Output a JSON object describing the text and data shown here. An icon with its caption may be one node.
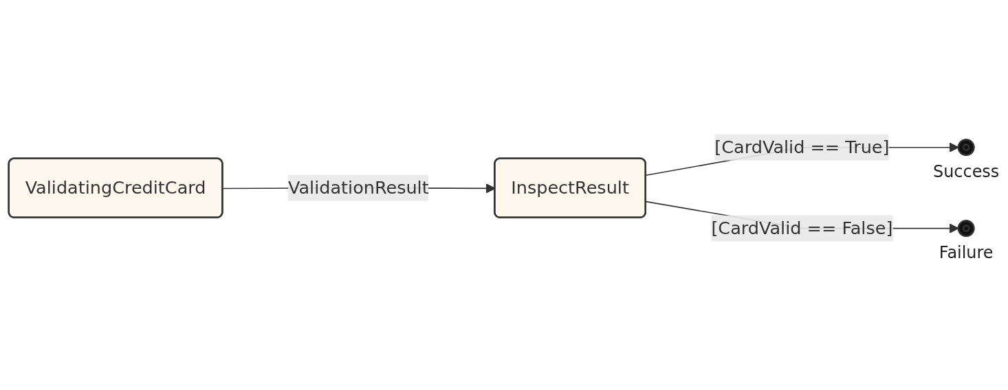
{
  "diagram": {
    "nodes": [
      {
        "text": [
          "ValidatingCreditCard"
        ]
      },
      {
        "text": [
          "InspectResult"
        ]
      },
      {
        "text": [],
        "shape": "circle",
        "beside": [
          "Success"
        ]
      },
      {
        "text": [],
        "shape": "circle",
        "beside": [
          "Failure"
        ]
      }
    ],
    "edges": [
      {
        "from": 0,
        "to": 1,
        "arrow": "to",
        "label": "ValidationResult"
      },
      {
        "from": 1,
        "to": 2,
        "arrow": "to",
        "label": "[CardValid == True]"
      },
      {
        "from": 1,
        "to": 3,
        "arrow": "to",
        "label": "[CardValid == False]"
      }
    ]
  }
}
